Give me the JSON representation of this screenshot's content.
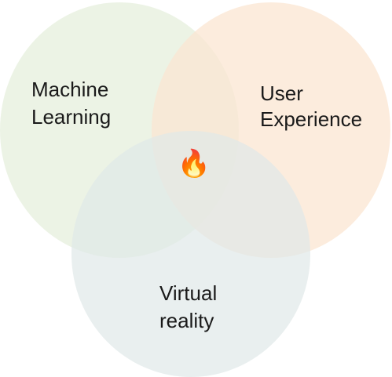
{
  "diagram": {
    "circles": [
      {
        "id": "machine-learning",
        "label_lines": [
          "Machine",
          "Learning"
        ],
        "fill": "#e6efdc"
      },
      {
        "id": "user-experience",
        "label_lines": [
          "User",
          "Experience"
        ],
        "fill": "#fbe6d2"
      },
      {
        "id": "virtual-reality",
        "label_lines": [
          "Virtual",
          "reality"
        ],
        "fill": "#dfe8e8"
      }
    ],
    "center_icon": {
      "name": "fire-icon",
      "glyph": "🔥"
    }
  }
}
